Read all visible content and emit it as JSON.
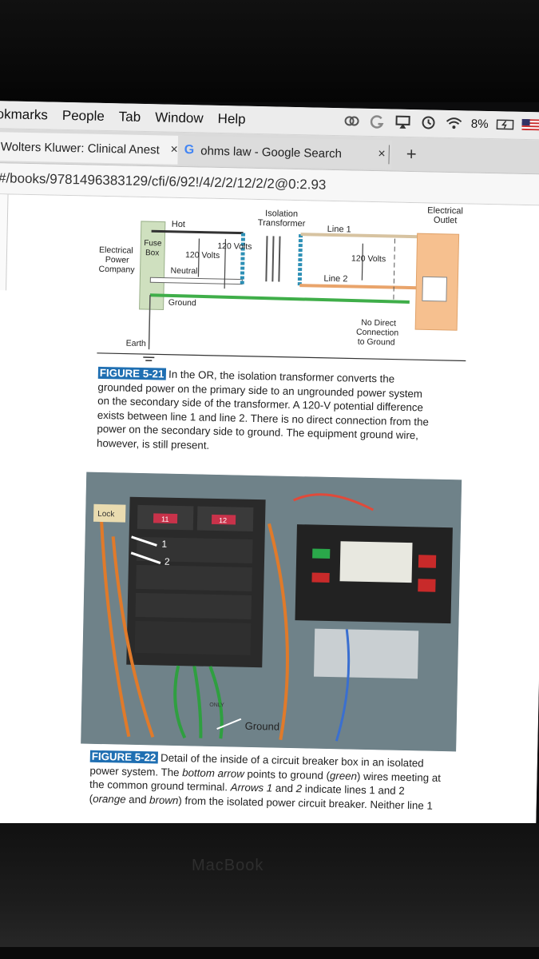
{
  "menubar": {
    "items": [
      "okmarks",
      "People",
      "Tab",
      "Window",
      "Help"
    ],
    "battery": "8%",
    "icons": [
      "creative-cloud-icon",
      "grammarly-icon",
      "airplay-icon",
      "time-machine-icon",
      "wifi-icon",
      "battery-icon",
      "flag-icon"
    ]
  },
  "tabs": [
    {
      "label": "Wolters Kluwer: Clinical Anest",
      "close": "×"
    },
    {
      "label": "ohms law - Google Search",
      "close": "×",
      "icon": "G"
    }
  ],
  "newtab": "+",
  "address": "#/books/9781496383129/cfi/6/92!/4/2/2/12/2/2@0:2.93",
  "diagram": {
    "isolation_transformer": "Isolation",
    "isolation_transformer2": "Transformer",
    "electrical_outlet": "Electrical",
    "electrical_outlet2": "Outlet",
    "hot": "Hot",
    "line1": "Line 1",
    "line2": "Line 2",
    "fuse": "Fuse",
    "box": "Box",
    "elec": "Electrical",
    "power": "Power",
    "company": "Company",
    "v120a": "120 Volts",
    "v120b": "120 Volts",
    "v120c": "120 Volts",
    "neutral": "Neutral",
    "ground": "Ground",
    "nodirect1": "No Direct",
    "nodirect2": "Connection",
    "nodirect3": "to Ground",
    "earth": "Earth"
  },
  "figure21": {
    "label": "FIGURE 5-21",
    "text": " In the OR, the isolation transformer converts the grounded power on the primary side to an ungrounded power system on the secondary side of the transformer. A 120-V potential difference exists between line 1 and line 2. There is no direct connection from the power on the secondary side to ground. The equipment ground wire, however, is still present."
  },
  "photo": {
    "breaker1": "11",
    "breaker2": "12",
    "arrow1": "1",
    "arrow2": "2",
    "ground_label": "Ground",
    "tape": "Lock",
    "only": "ONLY"
  },
  "figure22": {
    "label": "FIGURE 5-22",
    "p1": " Detail of the inside of a circuit breaker box in an isolated power system. The ",
    "em1": "bottom arrow",
    "p2": " points to ground (",
    "em2": "green",
    "p3": ") wires meeting at the common ground terminal. ",
    "em3": "Arrows 1",
    "p4": " and ",
    "em4": "2",
    "p5": " indicate lines 1 and 2 (",
    "em5": "orange",
    "p6": " and ",
    "em6": "brown",
    "p7": ") from the isolated power circuit breaker. Neither line 1"
  },
  "laptop_brand": "MacBook"
}
